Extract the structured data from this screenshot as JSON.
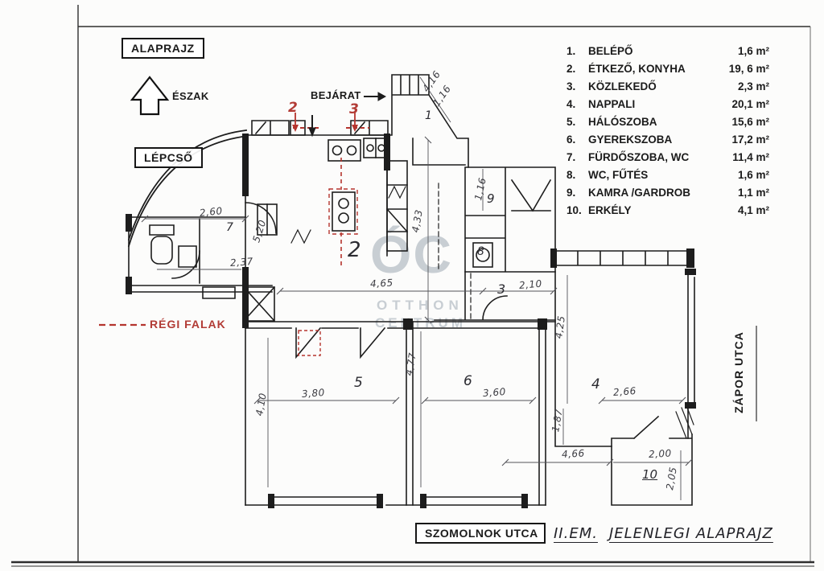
{
  "header": {
    "alaprajz": "ALAPRAJZ",
    "eszak": "ÉSZAK",
    "lepcso": "LÉPCSŐ",
    "bejarat": "BEJÁRAT"
  },
  "legend": {
    "items": [
      {
        "num": "1.",
        "name": "BELÉPŐ",
        "area": "1,6 m²"
      },
      {
        "num": "2.",
        "name": "ÉTKEZŐ, KONYHA",
        "area": "19, 6 m²"
      },
      {
        "num": "3.",
        "name": "KÖZLEKEDŐ",
        "area": "2,3 m²"
      },
      {
        "num": "4.",
        "name": "NAPPALI",
        "area": "20,1 m²"
      },
      {
        "num": "5.",
        "name": "HÁLÓSZOBA",
        "area": "15,6 m²"
      },
      {
        "num": "6.",
        "name": "GYEREKSZOBA",
        "area": "17,2 m²"
      },
      {
        "num": "7.",
        "name": "FÜRDŐSZOBA, WC",
        "area": "11,4 m²"
      },
      {
        "num": "8.",
        "name": "WC, FŰTÉS",
        "area": "1,6 m²"
      },
      {
        "num": "9.",
        "name": "KAMRA /GARDROB",
        "area": "1,1 m²"
      },
      {
        "num": "10.",
        "name": "ERKÉLY",
        "area": "4,1 m²"
      }
    ]
  },
  "streets": {
    "bottom": "SZOMOLNOK UTCA",
    "right": "ZÁPOR UTCA"
  },
  "notes": {
    "regi_falak": "RÉGI FALAK",
    "floor": "II.EM.",
    "plan": "JELENLEGI ALAPRAJZ"
  },
  "watermark": {
    "logo": "ÓC",
    "line1": "OTTHON",
    "line2": "CENTRUM"
  },
  "rooms": [
    "1",
    "2",
    "3",
    "4",
    "5",
    "6",
    "7",
    "8",
    "9",
    "10"
  ],
  "red_marks": [
    "2",
    "3"
  ],
  "dims": [
    "2,60",
    "5,20",
    "2,37",
    "4,65",
    "4,33",
    "1,16",
    "4,16",
    "1,16",
    "2,10",
    "4,25",
    "3,80",
    "4,10",
    "4,77",
    "3,60",
    "2,66",
    "1,87",
    "4,66",
    "2,00",
    "2,05"
  ],
  "colors": {
    "ink": "#1d1d1d",
    "red": "#b5342e",
    "watermark": "#bcc3ca"
  }
}
